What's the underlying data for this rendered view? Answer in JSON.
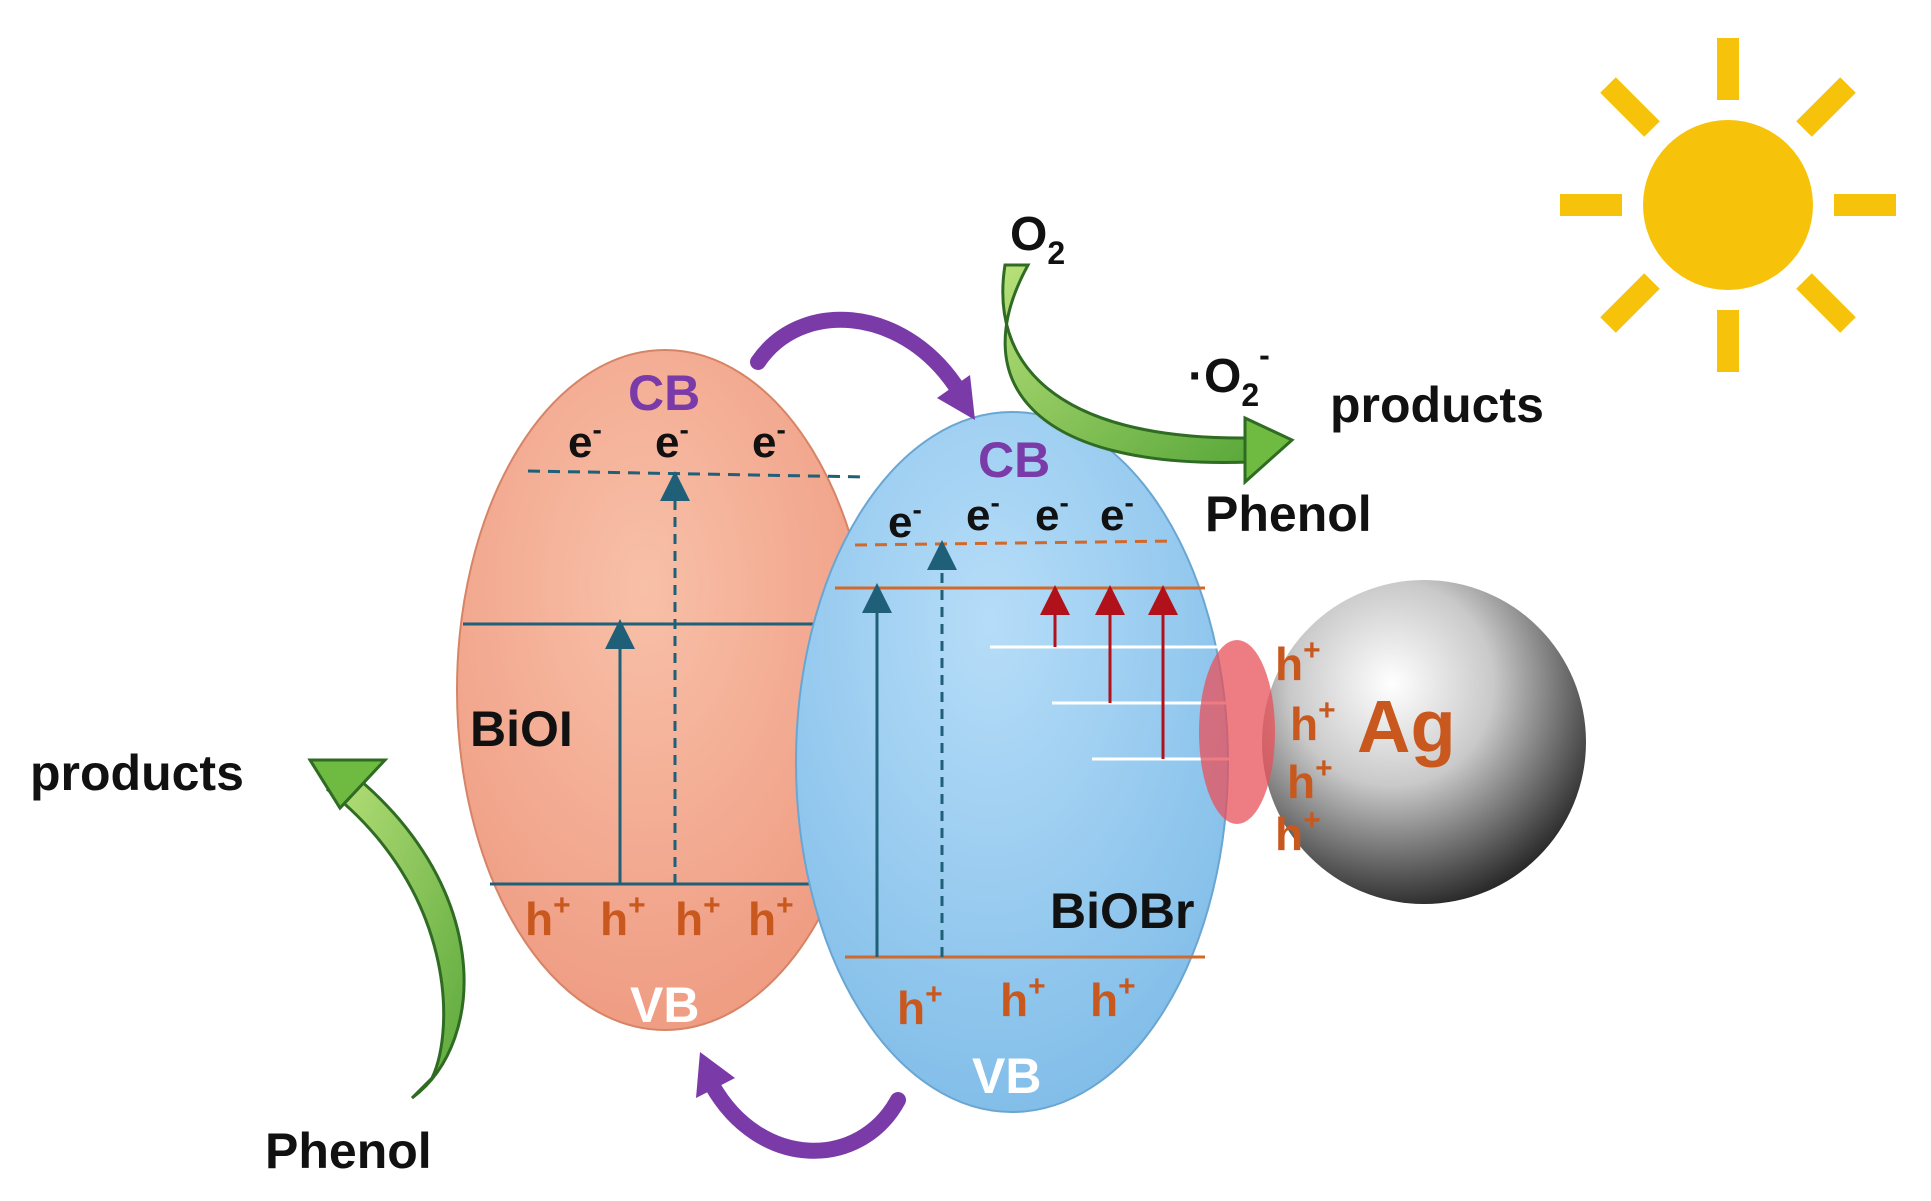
{
  "figure": {
    "materials": {
      "bioi": "BiOI",
      "biobr": "BiOBr",
      "ag": "Ag"
    },
    "bands": {
      "bioi_cb": "CB",
      "bioi_vb": "VB",
      "biobr_cb": "CB",
      "biobr_vb": "VB"
    },
    "carriers": {
      "electron": "e",
      "electron_sup": "-",
      "hole": "h",
      "hole_sup": "+"
    },
    "species": {
      "o2_base": "O",
      "o2_sub": "2",
      "superoxide_prefix": "·O",
      "superoxide_sub": "2",
      "superoxide_sup": "-",
      "phenol_left": "Phenol",
      "products_left": "products",
      "phenol_right": "Phenol",
      "products_right": "products"
    },
    "colors": {
      "bioi_fill": "#f2a58c",
      "biobr_fill": "#8cc4ee",
      "purple_arrow": "#7a3aa8",
      "green_arrow": "#7cc24a",
      "band_line": "#1f5f78",
      "orange_line": "#d2692a",
      "red_arrow": "#b0111a",
      "sun": "#f7c20a",
      "interface": "#e8505a"
    },
    "icons": {
      "sun": "sun-icon",
      "ag_particle": "silver-sphere-icon"
    }
  }
}
